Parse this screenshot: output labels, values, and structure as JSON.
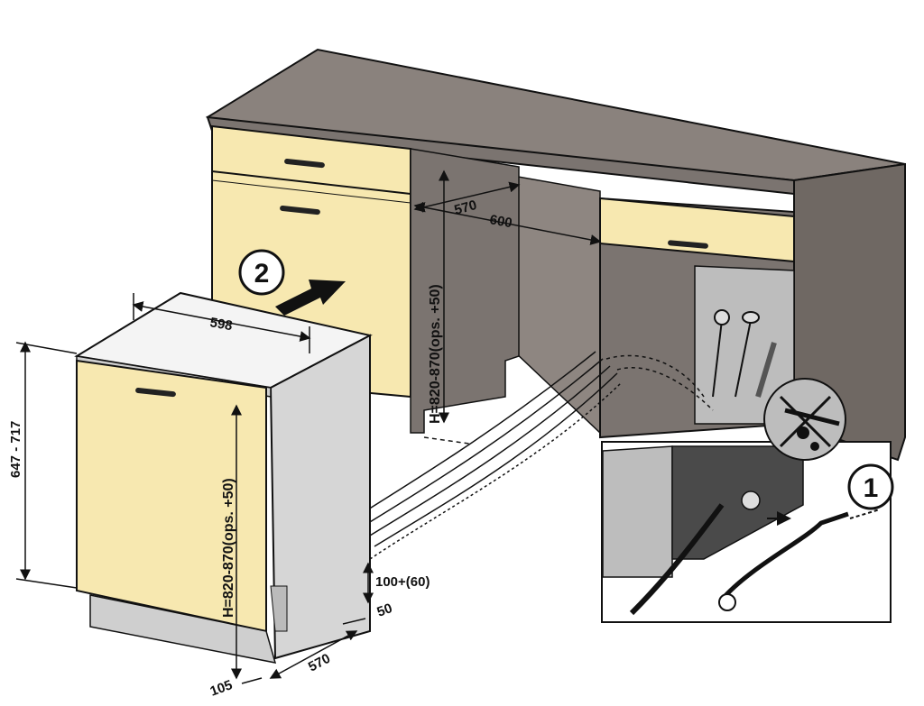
{
  "colors": {
    "cabinet_body": "#8a827d",
    "cabinet_side": "#6f6863",
    "front_panel": "#f7e8b0",
    "dishwasher_side": "#d6d6d6",
    "dishwasher_top": "#f4f4f4",
    "outline": "#111111",
    "floor_hoses": "#ffffff"
  },
  "labels": {
    "step1": "1",
    "step2": "2",
    "width_598": "598",
    "width_570_top": "570",
    "width_600": "600",
    "height_cabinet": "H=820-870(ops. +50)",
    "height_front": "H=820-870(ops. +50)",
    "panel_height": "647 - 717",
    "hose_gap": "100+(60)",
    "dim_50": "50",
    "depth_570": "570",
    "dim_105": "105"
  },
  "icons": {
    "arrow": "push-arrow-icon",
    "no_water": "crossed-water-drop-icon"
  }
}
